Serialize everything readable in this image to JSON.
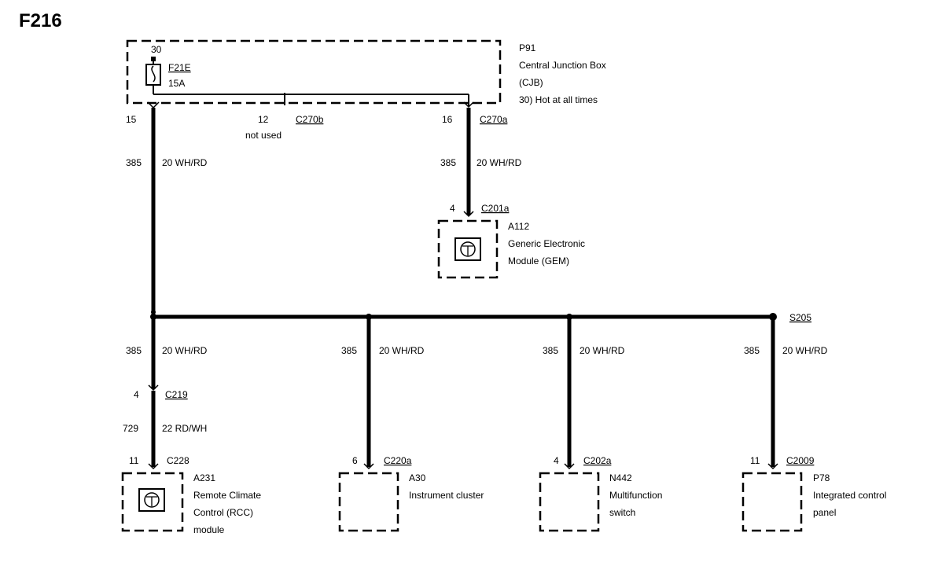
{
  "page_title": "F216",
  "cjb": {
    "ref": "P91",
    "name1": "Central Junction Box",
    "name2": "(CJB)",
    "hot": "30)  Hot at all times",
    "pin": "30",
    "fuse_name": "F21E",
    "fuse_amp": "15A"
  },
  "c270b": {
    "pin15": "15",
    "pin12": "12",
    "label": "C270b",
    "not_used": "not used"
  },
  "c270a": {
    "pin": "16",
    "label": "C270a"
  },
  "wire_main": {
    "circuit": "385",
    "spec": "20 WH/RD"
  },
  "wire_gem": {
    "circuit": "385",
    "spec": "20 WH/RD"
  },
  "gem": {
    "pin": "4",
    "connector": "C201a",
    "ref": "A112",
    "name1": "Generic Electronic",
    "name2": "Module (GEM)"
  },
  "splice": {
    "label": "S205"
  },
  "branch_rcc": {
    "circuit": "385",
    "spec": "20 WH/RD"
  },
  "branch_ic": {
    "circuit": "385",
    "spec": "20 WH/RD"
  },
  "branch_mfs": {
    "circuit": "385",
    "spec": "20 WH/RD"
  },
  "branch_icp": {
    "circuit": "385",
    "spec": "20 WH/RD"
  },
  "c219": {
    "pin": "4",
    "label": "C219"
  },
  "wire_rcc": {
    "circuit": "729",
    "spec": "22 RD/WH"
  },
  "rcc": {
    "pin": "11",
    "connector": "C228",
    "ref": "A231",
    "name1": "Remote Climate",
    "name2": "Control (RCC)",
    "name3": "module"
  },
  "ic": {
    "pin": "6",
    "connector": "C220a",
    "ref": "A30",
    "name1": "Instrument cluster"
  },
  "mfs": {
    "pin": "4",
    "connector": "C202a",
    "ref": "N442",
    "name1": "Multifunction",
    "name2": "switch"
  },
  "icp": {
    "pin": "11",
    "connector": "C2009",
    "ref": "P78",
    "name1": "Integrated control",
    "name2": "panel"
  }
}
